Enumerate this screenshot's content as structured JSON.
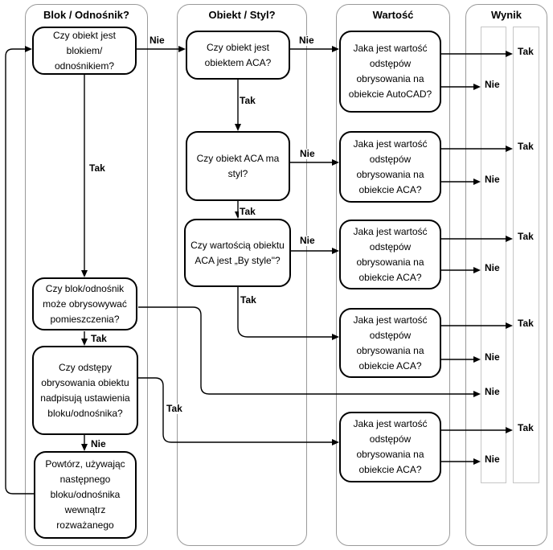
{
  "lanes": [
    {
      "title": "Blok / Odnośnik?"
    },
    {
      "title": "Obiekt / Styl?"
    },
    {
      "title": "Wartość"
    },
    {
      "title": "Wynik"
    }
  ],
  "labels": {
    "tak": "Tak",
    "nie": "Nie"
  },
  "nodes": {
    "is_block": {
      "text": "Czy obiekt jest\nblokiem/\nodnośnikiem?"
    },
    "can_bound": {
      "text": "Czy blok/odnośnik\nmoże obrysowywać\npomieszczenia?"
    },
    "overrides": {
      "text": "Czy odstępy\nobrysowania obiektu\nnadpisują ustawienia\nbloku/odnośnika?"
    },
    "repeat": {
      "text": "Powtórz, używając\nnastępnego\nbloku/odnośnika\nwewnątrz\nrozważanego"
    },
    "is_aca": {
      "text": "Czy obiekt jest\nobiektem ACA?"
    },
    "has_style": {
      "text": "Czy obiekt ACA ma\nstyl?"
    },
    "by_style": {
      "text": "Czy wartością obiektu\nACA jest „By style\"?"
    },
    "value_autocad": {
      "text": "Jaka jest wartość\nodstępów\nobrysowania na\nobiekcie AutoCAD?"
    },
    "value_aca": {
      "text": "Jaka jest wartość\nodstępów\nobrysowania na\nobiekcie ACA?"
    }
  },
  "colors": {
    "line": "#000000",
    "lane_border": "#9a9a9a",
    "result_bar_border": "#c6c6c6",
    "background": "#ffffff"
  }
}
